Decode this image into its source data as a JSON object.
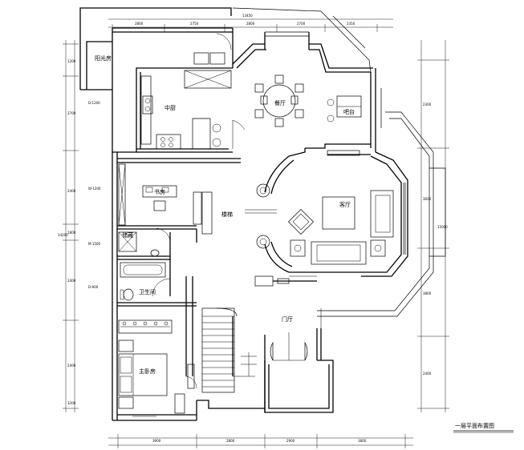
{
  "drawing": {
    "title": "一层平面布置图",
    "rooms": {
      "sunroom": "阳光房",
      "kitchen": "中厨",
      "dining": "餐厅",
      "bar": "吧台",
      "living": "客厅",
      "study": "书房",
      "bath": "卫生间",
      "master": "主卧房",
      "foyer": "门厅",
      "stair": "楼梯",
      "storage": "储藏"
    },
    "dims_top": [
      "2800",
      "2750",
      "2800",
      "2700",
      "2350"
    ],
    "dims_top_total": "13450",
    "dims_bottom": [
      "3900",
      "2800",
      "2900",
      "3800"
    ],
    "dims_left": [
      "1200",
      "2700",
      "2400",
      "1800",
      "2400",
      "2400",
      "3200"
    ],
    "dims_left_total": "14200",
    "dims_right": [
      "2300",
      "3600",
      "3800",
      "2400"
    ],
    "dims_right_total": "15000",
    "annotations": [
      "D-1200",
      "W-1200",
      "M-1500",
      "D-900"
    ]
  }
}
